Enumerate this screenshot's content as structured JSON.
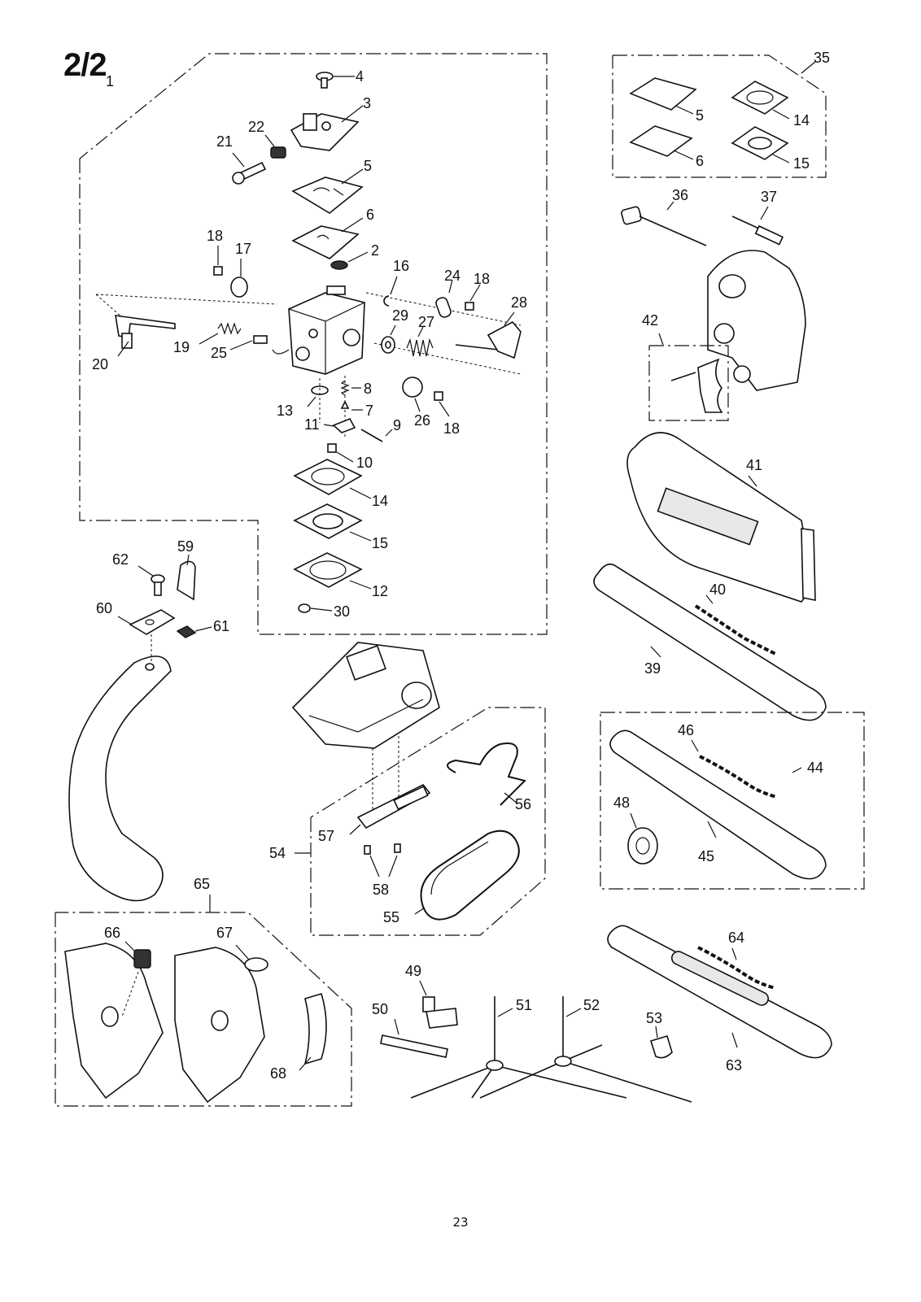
{
  "page": {
    "title": "2/2",
    "number": "23"
  },
  "callouts": {
    "c1": "1",
    "c2": "2",
    "c3": "3",
    "c4": "4",
    "c5": "5",
    "c6": "6",
    "c7": "7",
    "c8": "8",
    "c9": "9",
    "c10": "10",
    "c11": "11",
    "c12": "12",
    "c13": "13",
    "c14": "14",
    "c15": "15",
    "c16": "16",
    "c17": "17",
    "c18": "18",
    "c19": "19",
    "c20": "20",
    "c21": "21",
    "c22": "22",
    "c24": "24",
    "c25": "25",
    "c26": "26",
    "c27": "27",
    "c28": "28",
    "c29": "29",
    "c30": "30",
    "c35": "35",
    "c36": "36",
    "c37": "37",
    "c39": "39",
    "c40": "40",
    "c41": "41",
    "c42": "42",
    "c44": "44",
    "c45": "45",
    "c46": "46",
    "c48": "48",
    "c49": "49",
    "c50": "50",
    "c51": "51",
    "c52": "52",
    "c53": "53",
    "c54": "54",
    "c55": "55",
    "c56": "56",
    "c57": "57",
    "c58": "58",
    "c59": "59",
    "c60": "60",
    "c61": "61",
    "c62": "62",
    "c63": "63",
    "c64": "64",
    "c65": "65",
    "c66": "66",
    "c67": "67",
    "c68": "68"
  }
}
